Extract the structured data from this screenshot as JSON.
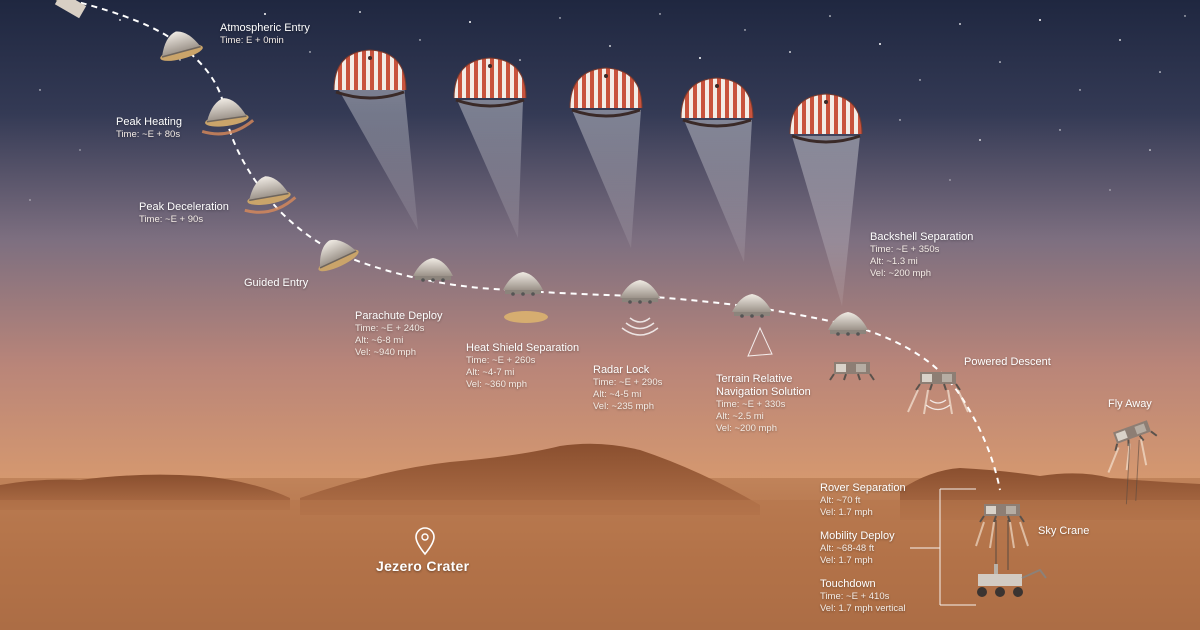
{
  "location": {
    "name": "Jezero Crater",
    "icon": "map-pin-icon"
  },
  "stages": [
    {
      "id": "atmospheric-entry",
      "title": "Atmospheric Entry",
      "lines": [
        "Time: E + 0min"
      ]
    },
    {
      "id": "peak-heating",
      "title": "Peak Heating",
      "lines": [
        "Time: ~E + 80s"
      ]
    },
    {
      "id": "peak-deceleration",
      "title": "Peak Deceleration",
      "lines": [
        "Time: ~E + 90s"
      ]
    },
    {
      "id": "guided-entry",
      "title": "Guided Entry",
      "lines": []
    },
    {
      "id": "parachute-deploy",
      "title": "Parachute Deploy",
      "lines": [
        "Time: ~E + 240s",
        "Alt: ~6-8 mi",
        "Vel: ~940 mph"
      ]
    },
    {
      "id": "heat-shield-separation",
      "title": "Heat Shield Separation",
      "lines": [
        "Time: ~E + 260s",
        "Alt: ~4-7 mi",
        "Vel: ~360 mph"
      ]
    },
    {
      "id": "radar-lock",
      "title": "Radar Lock",
      "lines": [
        "Time: ~E + 290s",
        "Alt: ~4-5 mi",
        "Vel: ~235 mph"
      ]
    },
    {
      "id": "terrain-relative-navigation",
      "title": "Terrain Relative\nNavigation Solution",
      "lines": [
        "Time: ~E + 330s",
        "Alt: ~2.5 mi",
        "Vel: ~200 mph"
      ]
    },
    {
      "id": "backshell-separation",
      "title": "Backshell Separation",
      "lines": [
        "Time: ~E + 350s",
        "Alt: ~1.3 mi",
        "Vel: ~200 mph"
      ]
    },
    {
      "id": "powered-descent",
      "title": "Powered Descent",
      "lines": []
    },
    {
      "id": "fly-away",
      "title": "Fly Away",
      "lines": []
    },
    {
      "id": "rover-separation",
      "title": "Rover Separation",
      "lines": [
        "Alt: ~70 ft",
        "Vel: 1.7 mph"
      ]
    },
    {
      "id": "sky-crane",
      "title": "Sky Crane",
      "lines": []
    },
    {
      "id": "mobility-deploy",
      "title": "Mobility Deploy",
      "lines": [
        "Alt: ~68-48 ft",
        "Vel: 1.7 mph"
      ]
    },
    {
      "id": "touchdown",
      "title": "Touchdown",
      "lines": [
        "Time: ~E + 410s",
        "Vel: 1.7 mph vertical"
      ]
    }
  ],
  "colors": {
    "sky_top": "#1f2740",
    "sky_mid": "#7d6f80",
    "sky_horizon": "#d89a6e",
    "ground": "#b5754a",
    "parachute_red": "#c8533d",
    "parachute_white": "#f3ece6",
    "capsule": "#d8cfc4"
  }
}
